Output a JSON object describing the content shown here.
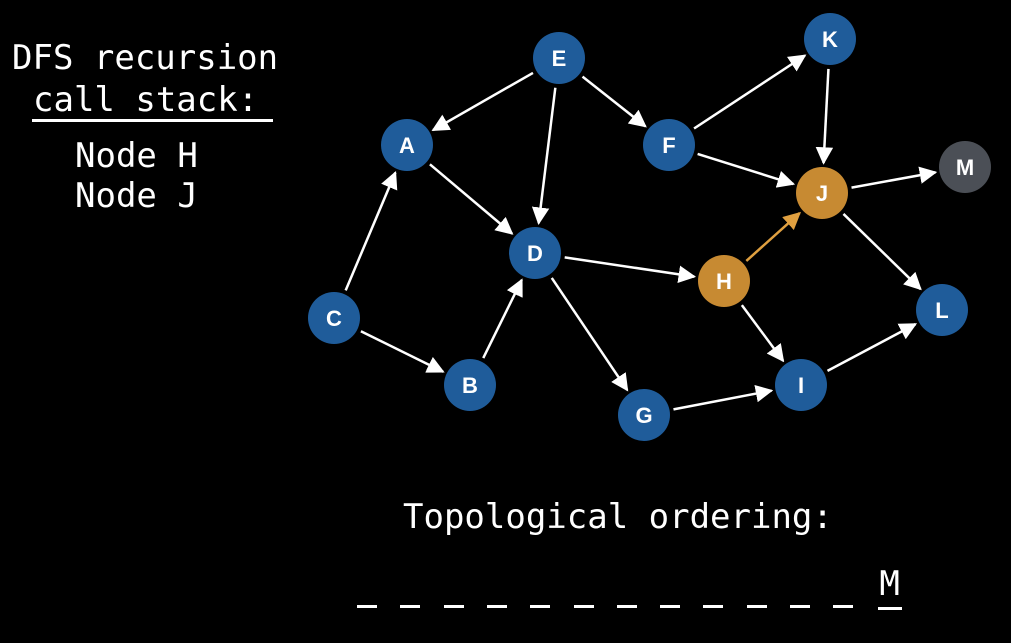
{
  "call_stack": {
    "title_line1": "DFS recursion",
    "title_line2": "call stack:",
    "frames": [
      "Node H",
      "Node J"
    ]
  },
  "graph": {
    "colors": {
      "unvisited": "#1f5c9a",
      "on_stack": "#c78a32",
      "finished": "#4b4f56",
      "edge": "#ffffff",
      "active_edge": "#e0a040"
    },
    "nodes": [
      {
        "id": "E",
        "state": "unvisited"
      },
      {
        "id": "K",
        "state": "unvisited"
      },
      {
        "id": "A",
        "state": "unvisited"
      },
      {
        "id": "F",
        "state": "unvisited"
      },
      {
        "id": "M",
        "state": "finished"
      },
      {
        "id": "J",
        "state": "on_stack"
      },
      {
        "id": "D",
        "state": "unvisited"
      },
      {
        "id": "H",
        "state": "on_stack"
      },
      {
        "id": "C",
        "state": "unvisited"
      },
      {
        "id": "L",
        "state": "unvisited"
      },
      {
        "id": "B",
        "state": "unvisited"
      },
      {
        "id": "I",
        "state": "unvisited"
      },
      {
        "id": "G",
        "state": "unvisited"
      }
    ],
    "edges": [
      {
        "from": "E",
        "to": "A"
      },
      {
        "from": "E",
        "to": "D"
      },
      {
        "from": "E",
        "to": "F"
      },
      {
        "from": "F",
        "to": "K"
      },
      {
        "from": "F",
        "to": "J"
      },
      {
        "from": "K",
        "to": "J"
      },
      {
        "from": "J",
        "to": "M"
      },
      {
        "from": "J",
        "to": "L"
      },
      {
        "from": "A",
        "to": "D"
      },
      {
        "from": "C",
        "to": "A"
      },
      {
        "from": "C",
        "to": "B"
      },
      {
        "from": "B",
        "to": "D"
      },
      {
        "from": "D",
        "to": "H"
      },
      {
        "from": "D",
        "to": "G"
      },
      {
        "from": "H",
        "to": "J",
        "active": true
      },
      {
        "from": "H",
        "to": "I"
      },
      {
        "from": "G",
        "to": "I"
      },
      {
        "from": "I",
        "to": "L"
      }
    ]
  },
  "topological_ordering": {
    "title": "Topological ordering:",
    "slots": [
      "",
      "",
      "",
      "",
      "",
      "",
      "",
      "",
      "",
      "",
      "",
      "",
      "M"
    ]
  }
}
